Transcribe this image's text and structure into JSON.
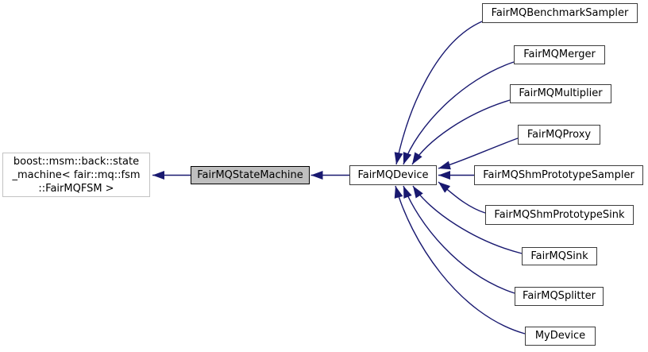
{
  "diagram": {
    "type": "inheritance-graph",
    "title": "FairMQStateMachine inheritance diagram",
    "background_color": "#ffffff",
    "arrow_color": "#191970",
    "current_node_fill": "#bfbfbf",
    "nodes": {
      "base": {
        "label": "boost::msm::back::state_machine< fair::mq::fsm::FairMQFSM >",
        "lines": [
          "boost::msm::back::state",
          "_machine< fair::mq::fsm",
          "::FairMQFSM >"
        ]
      },
      "current": {
        "label": "FairMQStateMachine"
      },
      "device": {
        "label": "FairMQDevice"
      },
      "derived": [
        {
          "label": "FairMQBenchmarkSampler"
        },
        {
          "label": "FairMQMerger"
        },
        {
          "label": "FairMQMultiplier"
        },
        {
          "label": "FairMQProxy"
        },
        {
          "label": "FairMQShmPrototypeSampler"
        },
        {
          "label": "FairMQShmPrototypeSink"
        },
        {
          "label": "FairMQSink"
        },
        {
          "label": "FairMQSplitter"
        },
        {
          "label": "MyDevice"
        }
      ]
    },
    "edges": [
      {
        "from": "FairMQStateMachine",
        "to": "boost::msm::back::state_machine< fair::mq::fsm::FairMQFSM >"
      },
      {
        "from": "FairMQDevice",
        "to": "FairMQStateMachine"
      },
      {
        "from": "FairMQBenchmarkSampler",
        "to": "FairMQDevice"
      },
      {
        "from": "FairMQMerger",
        "to": "FairMQDevice"
      },
      {
        "from": "FairMQMultiplier",
        "to": "FairMQDevice"
      },
      {
        "from": "FairMQProxy",
        "to": "FairMQDevice"
      },
      {
        "from": "FairMQShmPrototypeSampler",
        "to": "FairMQDevice"
      },
      {
        "from": "FairMQShmPrototypeSink",
        "to": "FairMQDevice"
      },
      {
        "from": "FairMQSink",
        "to": "FairMQDevice"
      },
      {
        "from": "FairMQSplitter",
        "to": "FairMQDevice"
      },
      {
        "from": "MyDevice",
        "to": "FairMQDevice"
      }
    ]
  }
}
